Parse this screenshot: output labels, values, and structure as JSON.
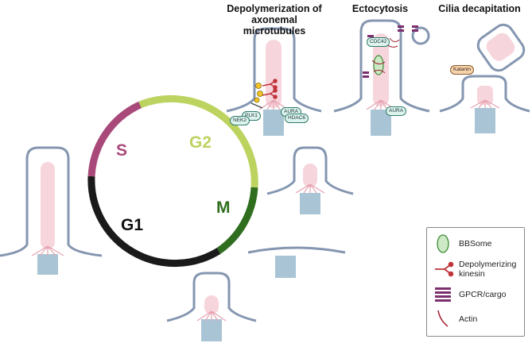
{
  "headers": {
    "depolymerization": "Depolymerization of\naxonemal microtubules",
    "ectocytosis": "Ectocytosis",
    "decapitation": "Cilia decapitation"
  },
  "cycle": {
    "phases": {
      "s": "S",
      "g2": "G2",
      "m": "M",
      "g1": "G1"
    },
    "colors": {
      "s": "#a8497a",
      "g2": "#bcd35f",
      "m": "#2f6e1f",
      "g1": "#1a1a1a"
    }
  },
  "proteins": {
    "plk1": "PLK1",
    "nek2": "NEK2",
    "aura_1": "AURA",
    "hdac6": "HDAC6",
    "cdc42": "CDC42",
    "aura_2": "AURA",
    "katanin": "Katanin"
  },
  "legend": {
    "bbsome": "BBSome",
    "kinesin": "Depolymerizing\nkinesin",
    "gpcr": "GPCR/cargo",
    "actin": "Actin"
  },
  "colors": {
    "membrane": "#8496b0",
    "axoneme": "#f6d6dc",
    "basal_body": "#a9c4d4",
    "bbsome": "#6fbf6a",
    "kinesin": "#c0353a",
    "gpcr": "#7c2e6e",
    "actin": "#a31d2d"
  }
}
